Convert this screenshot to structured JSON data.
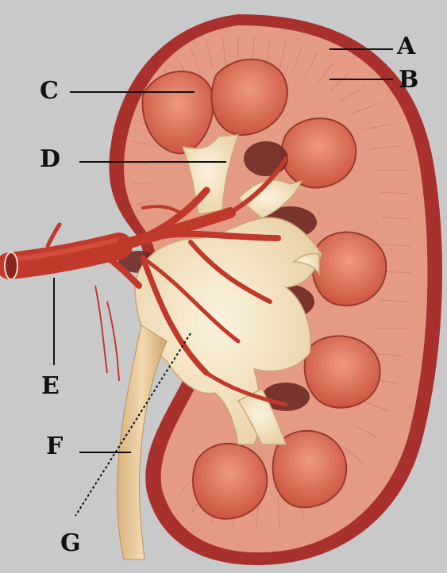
{
  "labels": {
    "a": "A",
    "b": "B",
    "c": "C",
    "d": "D",
    "e": "E",
    "f": "F",
    "g": "G"
  },
  "colors": {
    "background": "#c9c9c9",
    "capsule": "#a8312e",
    "cortex": "#e59a83",
    "medulla_pyramid": "#d9684f",
    "pelvis": "#f4e6c4",
    "vessel": "#c0392b",
    "cavity": "#6e2a24",
    "ureter": "#e8c79a"
  }
}
